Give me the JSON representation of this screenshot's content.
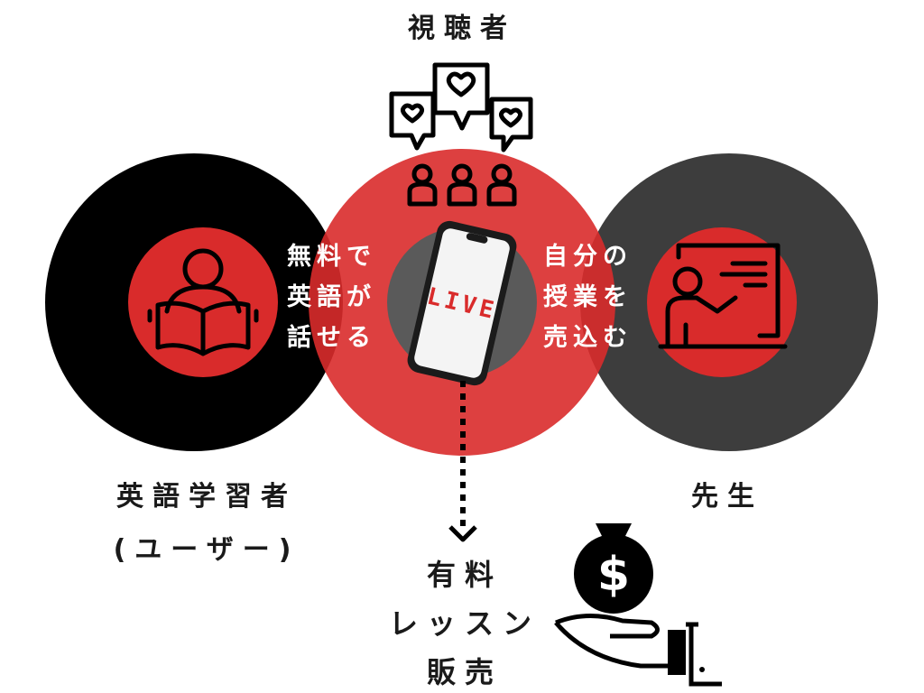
{
  "labels": {
    "viewers": "視聴者",
    "learner_line1": "英語学習者",
    "learner_line2": "(ユーザー)",
    "teacher": "先生",
    "paid_line1": "有料",
    "paid_line2": "レッスン",
    "paid_line3": "販売"
  },
  "overlap_left": [
    "無料で",
    "英語が",
    "話せる"
  ],
  "overlap_right": [
    "自分の",
    "授業を",
    "売込む"
  ],
  "phone_screen_text": "LIVE",
  "icons": {
    "viewers": "people-with-heart-speech-bubbles-icon",
    "learner": "person-reading-book-icon",
    "teacher": "teacher-at-whiteboard-icon",
    "money": "hand-holding-money-bag-icon",
    "phone": "smartphone-icon",
    "arrow": "dotted-down-arrow-icon"
  },
  "colors": {
    "learner_circle": "#000000",
    "live_circle": "#d92b2b",
    "teacher_circle": "#3d3d3d",
    "accent_red": "#d92b2b",
    "phone_backdrop": "#5a5a5a"
  }
}
